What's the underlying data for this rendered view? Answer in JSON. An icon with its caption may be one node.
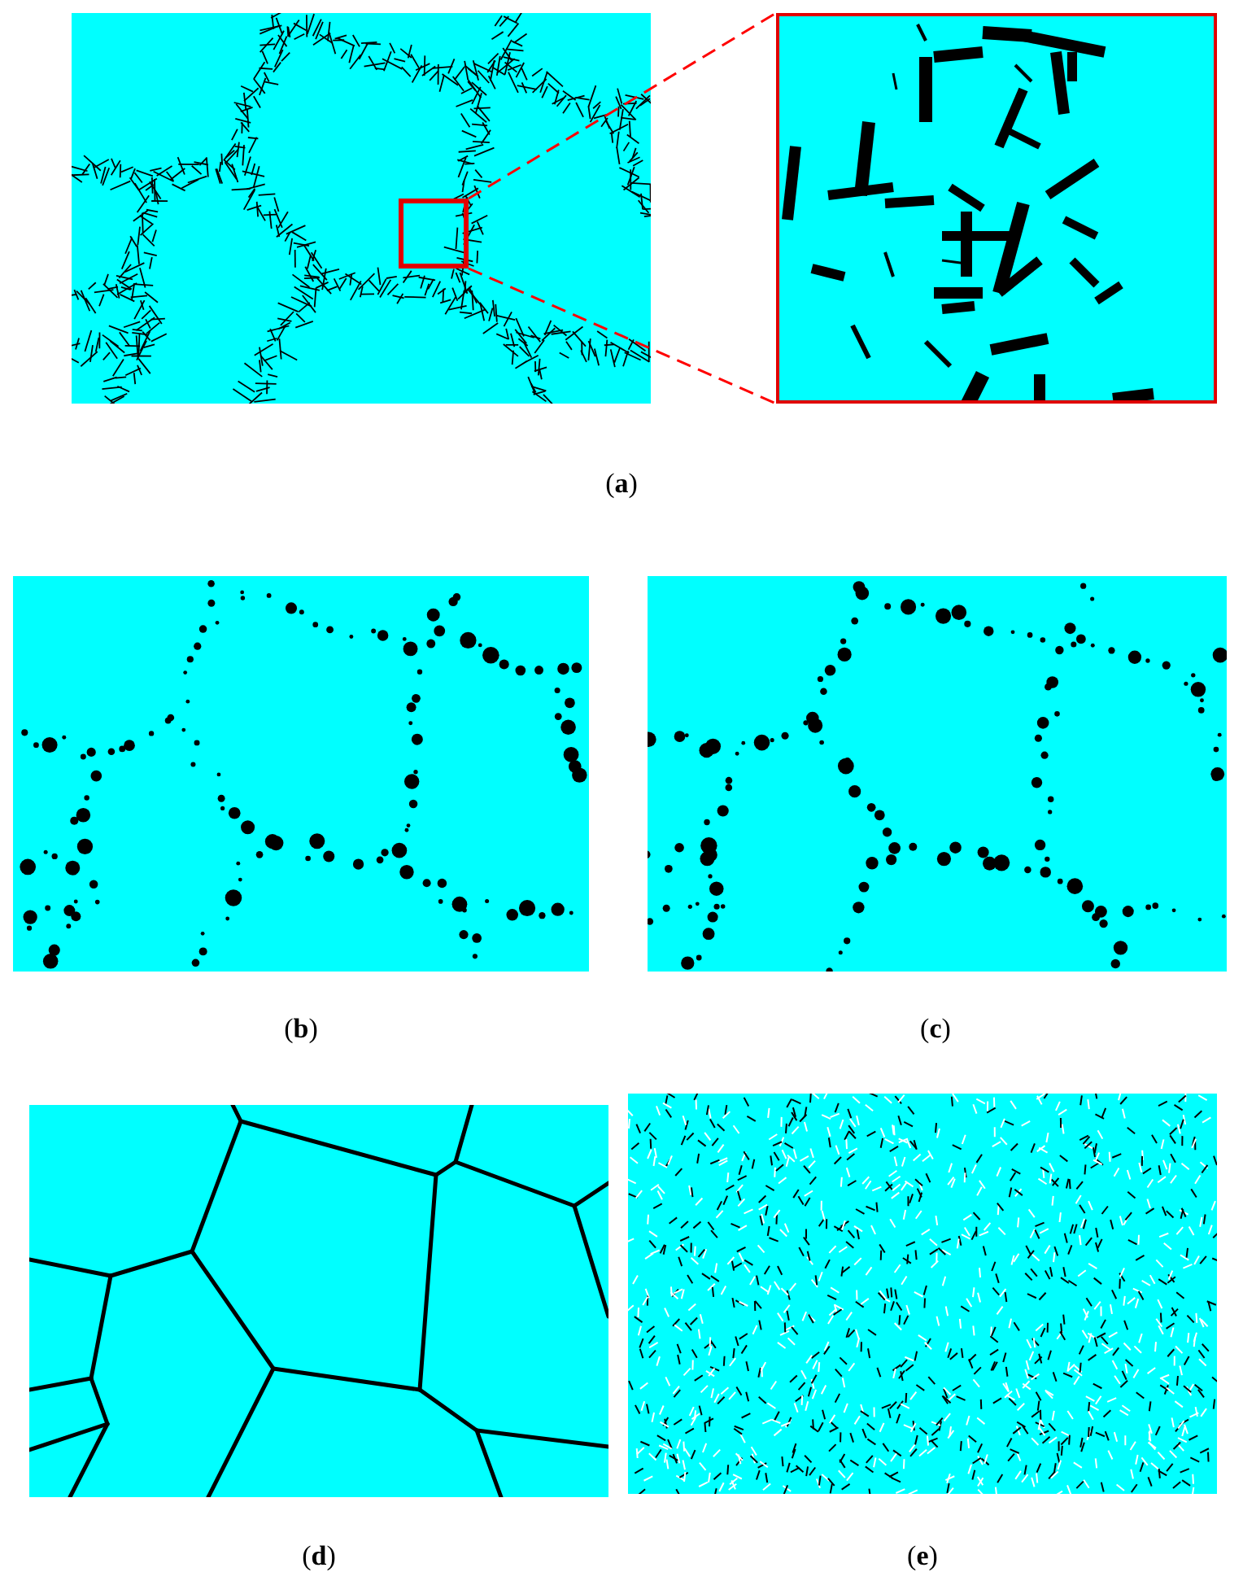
{
  "diagram": {
    "nodes": [
      {
        "text": [],
        "shape": "box"
      },
      {
        "text": [],
        "shape": "picture"
      }
    ],
    "edges": [
      {
        "from": 0,
        "to": 1,
        "arrow": "none",
        "style": "dashed",
        "color": "#ff0000"
      },
      {
        "from": 0,
        "to": 1,
        "arrow": "none",
        "style": "dashed",
        "color": "#ff0000"
      }
    ],
    "labels": [
      "(**a**)",
      "(**b**)",
      "(**c**)",
      "(**d**)",
      "(**e**)"
    ]
  }
}
